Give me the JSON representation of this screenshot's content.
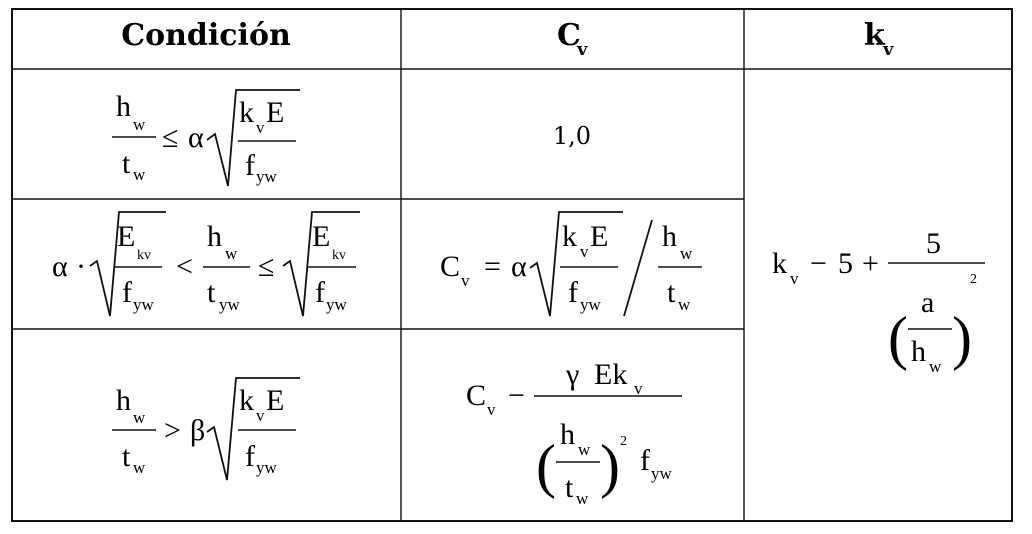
{
  "table": {
    "headers": {
      "condition": "Condición",
      "cv": {
        "base": "C",
        "sub": "v"
      },
      "kv": {
        "base": "k",
        "sub": "v"
      }
    },
    "glyphs": {
      "h": "h",
      "t": "t",
      "w": "w",
      "yw": "yw",
      "f": "f",
      "E": "E",
      "k": "k",
      "v": "v",
      "kv": "kv",
      "a": "a",
      "C": "C",
      "Ek": "Ek",
      "alpha": "α",
      "beta": "β",
      "gamma": "γ",
      "le": "≤",
      "lt": "<",
      "gt": ">",
      "eq": "=",
      "minus": "−",
      "plus": "+",
      "cdot": "·",
      "slash": "/",
      "lparen": "(",
      "rparen": ")",
      "sq": "2"
    },
    "cells": {
      "row1_cv": "1,0",
      "kv_five": "5",
      "kv_five_num": "5"
    }
  }
}
